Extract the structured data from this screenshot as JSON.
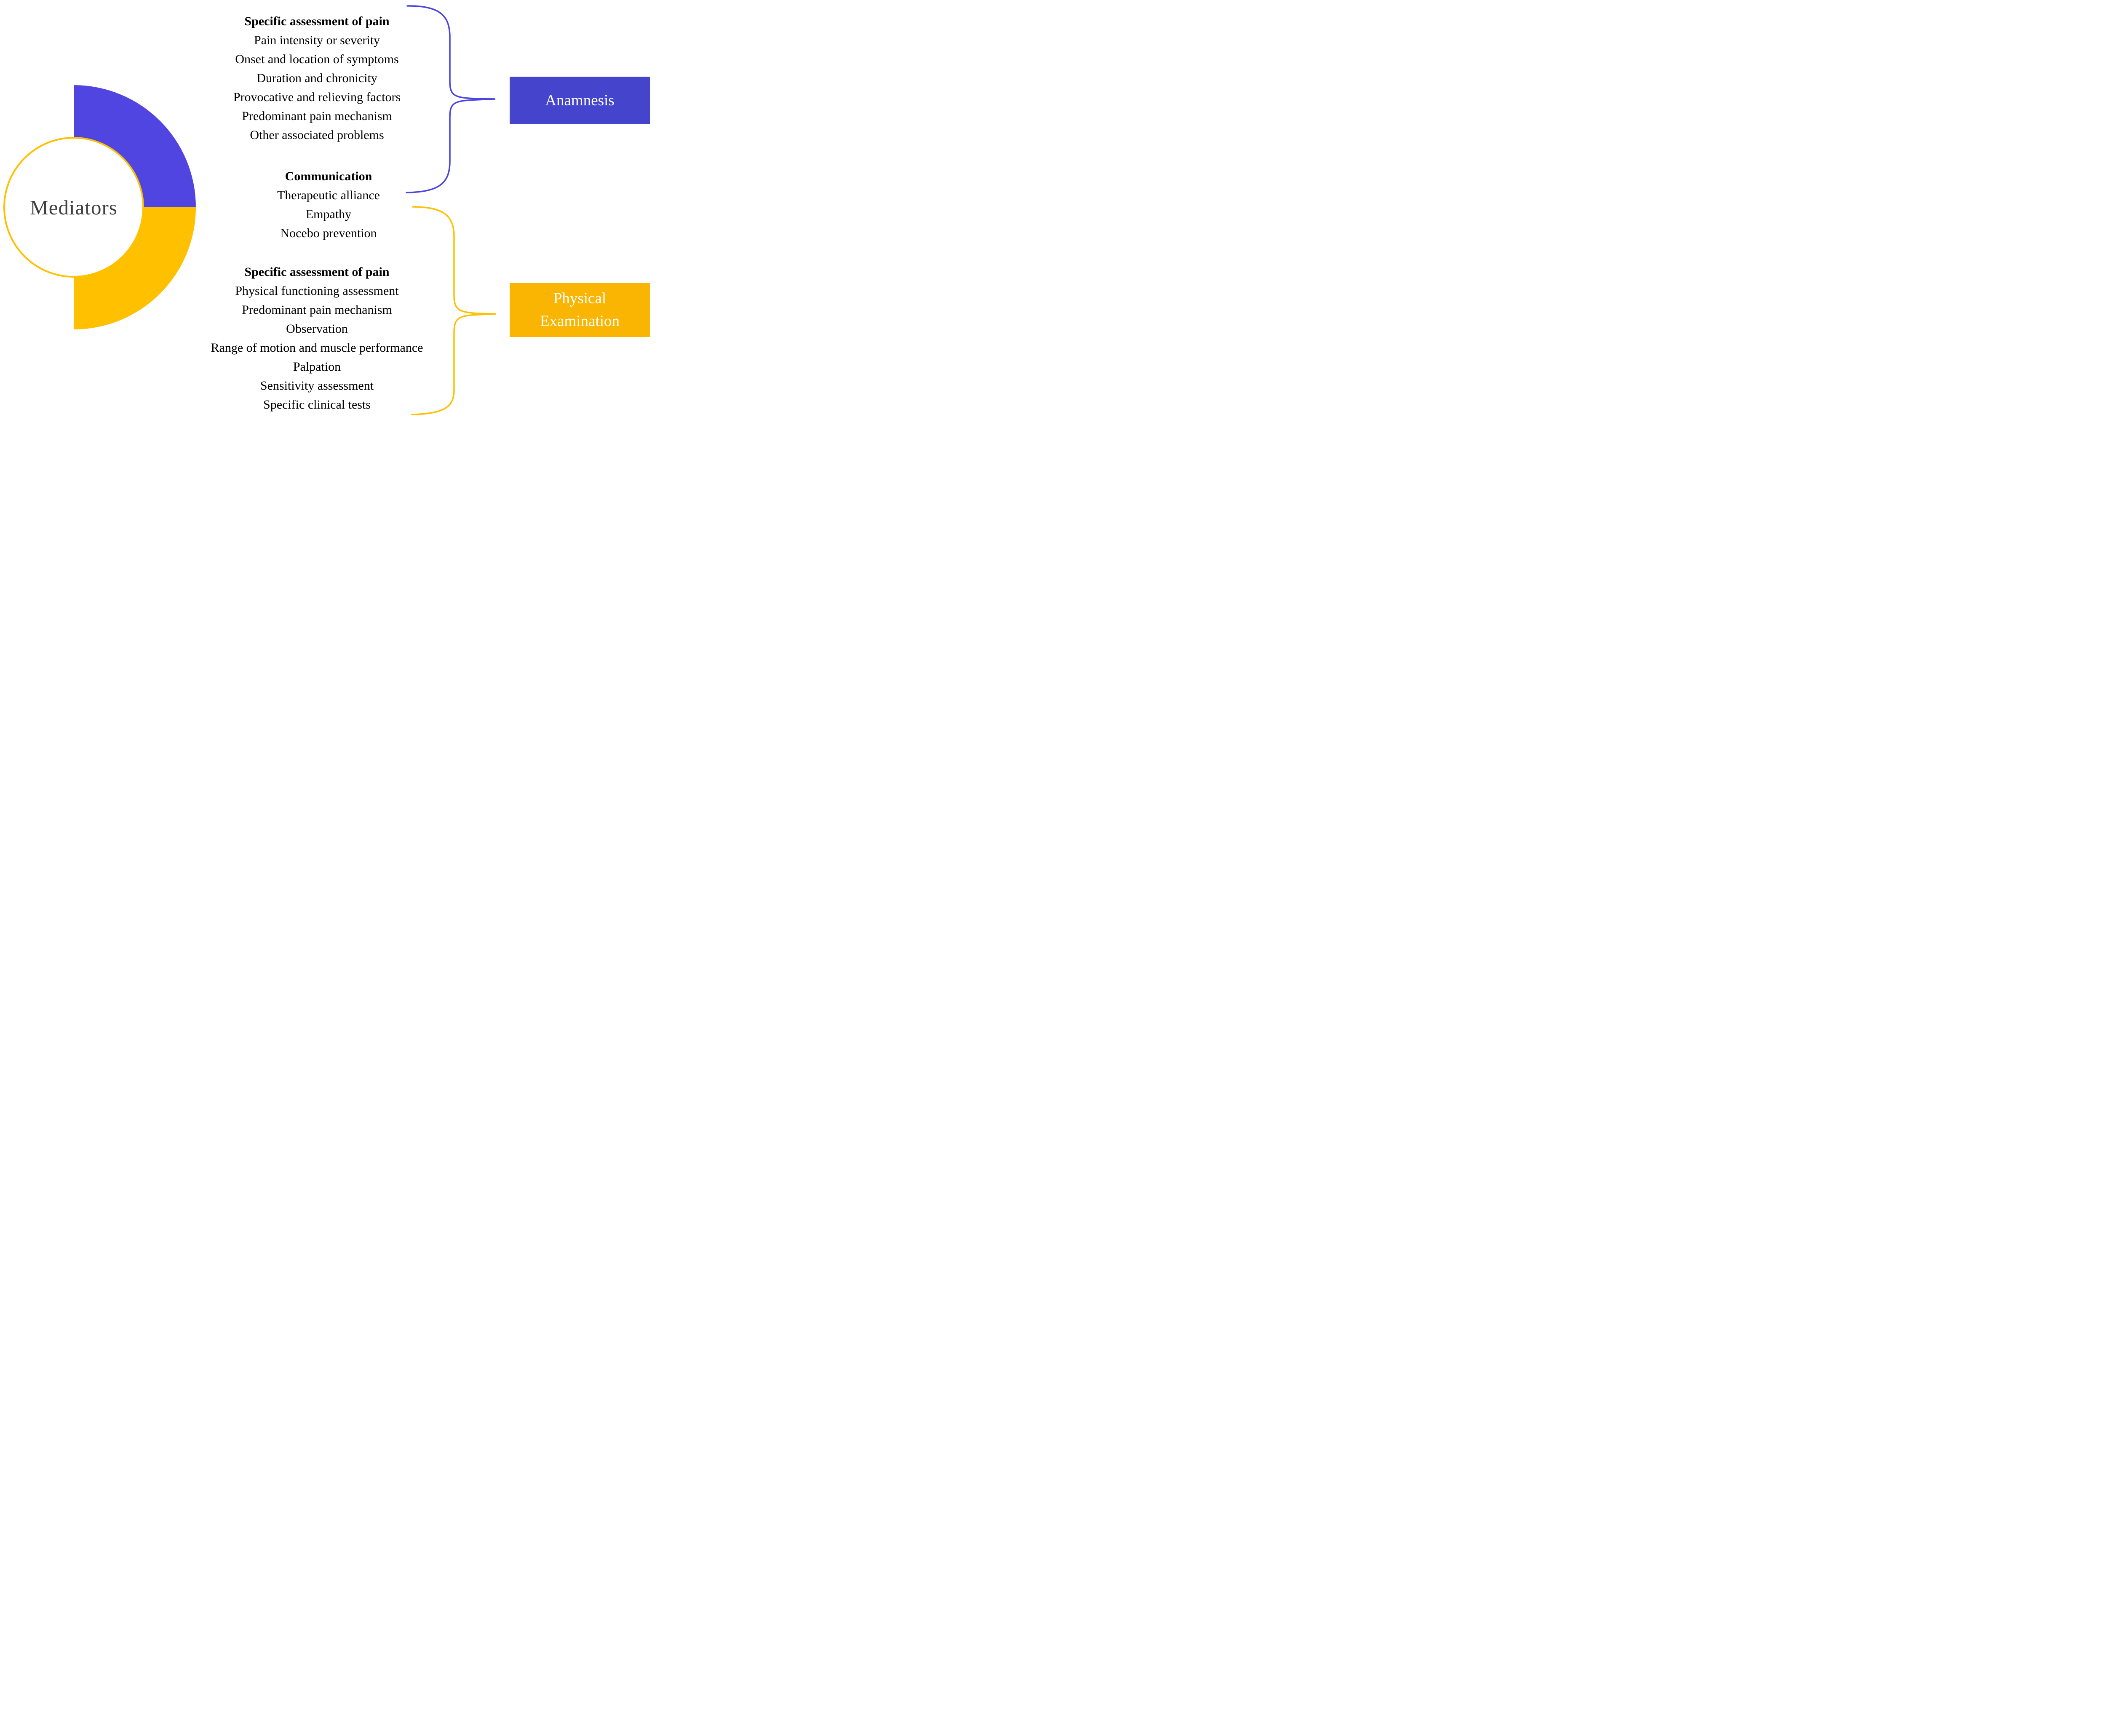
{
  "palette": {
    "arc_blue": "#5145e2",
    "box_blue": "#4444cd",
    "arc_yellow": "#ffc000",
    "box_yellow": "#f9b501",
    "brace_blue": "#4b45e0",
    "brace_yellow": "#ffc000",
    "mediators_text": "#3f3f3f",
    "body_text": "#000000",
    "box_text": "#ffffff"
  },
  "hub": {
    "label": "Mediators"
  },
  "column": {
    "blocks": [
      {
        "header": "Specific assessment of pain",
        "items": [
          "Pain intensity or severity",
          "Onset and location of symptoms",
          "Duration and chronicity",
          "Provocative and relieving factors",
          "Predominant pain mechanism",
          "Other associated problems"
        ]
      },
      {
        "header": "Communication",
        "items": [
          "Therapeutic alliance",
          "Empathy",
          "Nocebo prevention"
        ]
      },
      {
        "header": "Specific assessment of pain",
        "items": [
          "Physical functioning assessment",
          "Predominant pain mechanism",
          "Observation",
          "Range of motion and muscle performance",
          "Palpation",
          "Sensitivity assessment",
          "Specific clinical tests"
        ]
      }
    ]
  },
  "boxes": {
    "anamnesis": {
      "label": "Anamnesis"
    },
    "physical_examination": {
      "label": "Physical Examination"
    }
  }
}
